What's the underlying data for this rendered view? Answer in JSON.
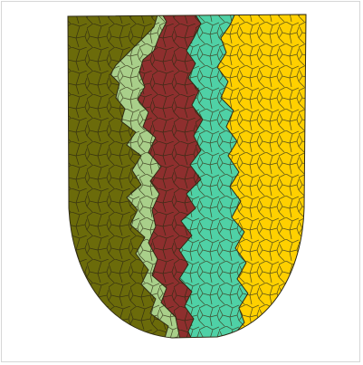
{
  "regions": [
    {
      "name": "olive",
      "color": "#6b6b0a"
    },
    {
      "name": "pale-green",
      "color": "#a9cf8a"
    },
    {
      "name": "maroon",
      "color": "#8e2f2e"
    },
    {
      "name": "aquamarine",
      "color": "#4fd1a6"
    },
    {
      "name": "yellow",
      "color": "#ffd000"
    }
  ],
  "cell_edge_color": "#2f2a12",
  "background": "#ffffff"
}
